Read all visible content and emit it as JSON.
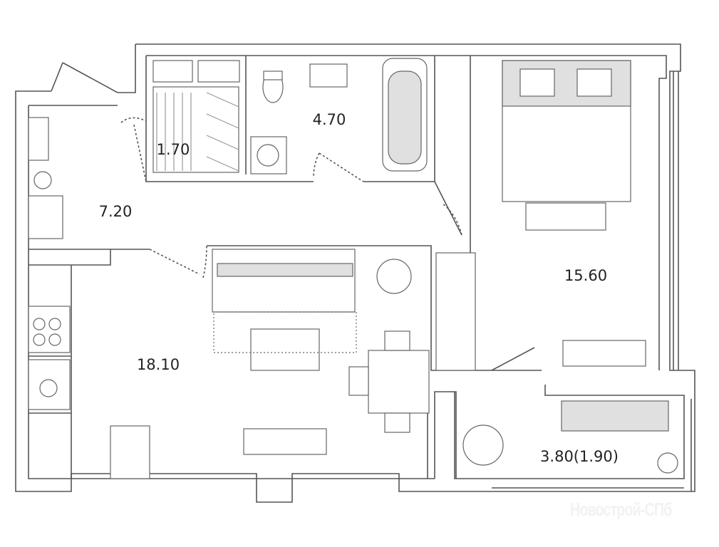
{
  "rooms": {
    "storage": "1.70",
    "bathroom": "4.70",
    "hall": "7.20",
    "living_kitchen": "18.10",
    "bedroom": "15.60",
    "balcony": "3.80(1.90)"
  },
  "watermark": "Новострой-СПб",
  "colors": {
    "wall": "#555555",
    "furniture": "#e0e0e0"
  }
}
